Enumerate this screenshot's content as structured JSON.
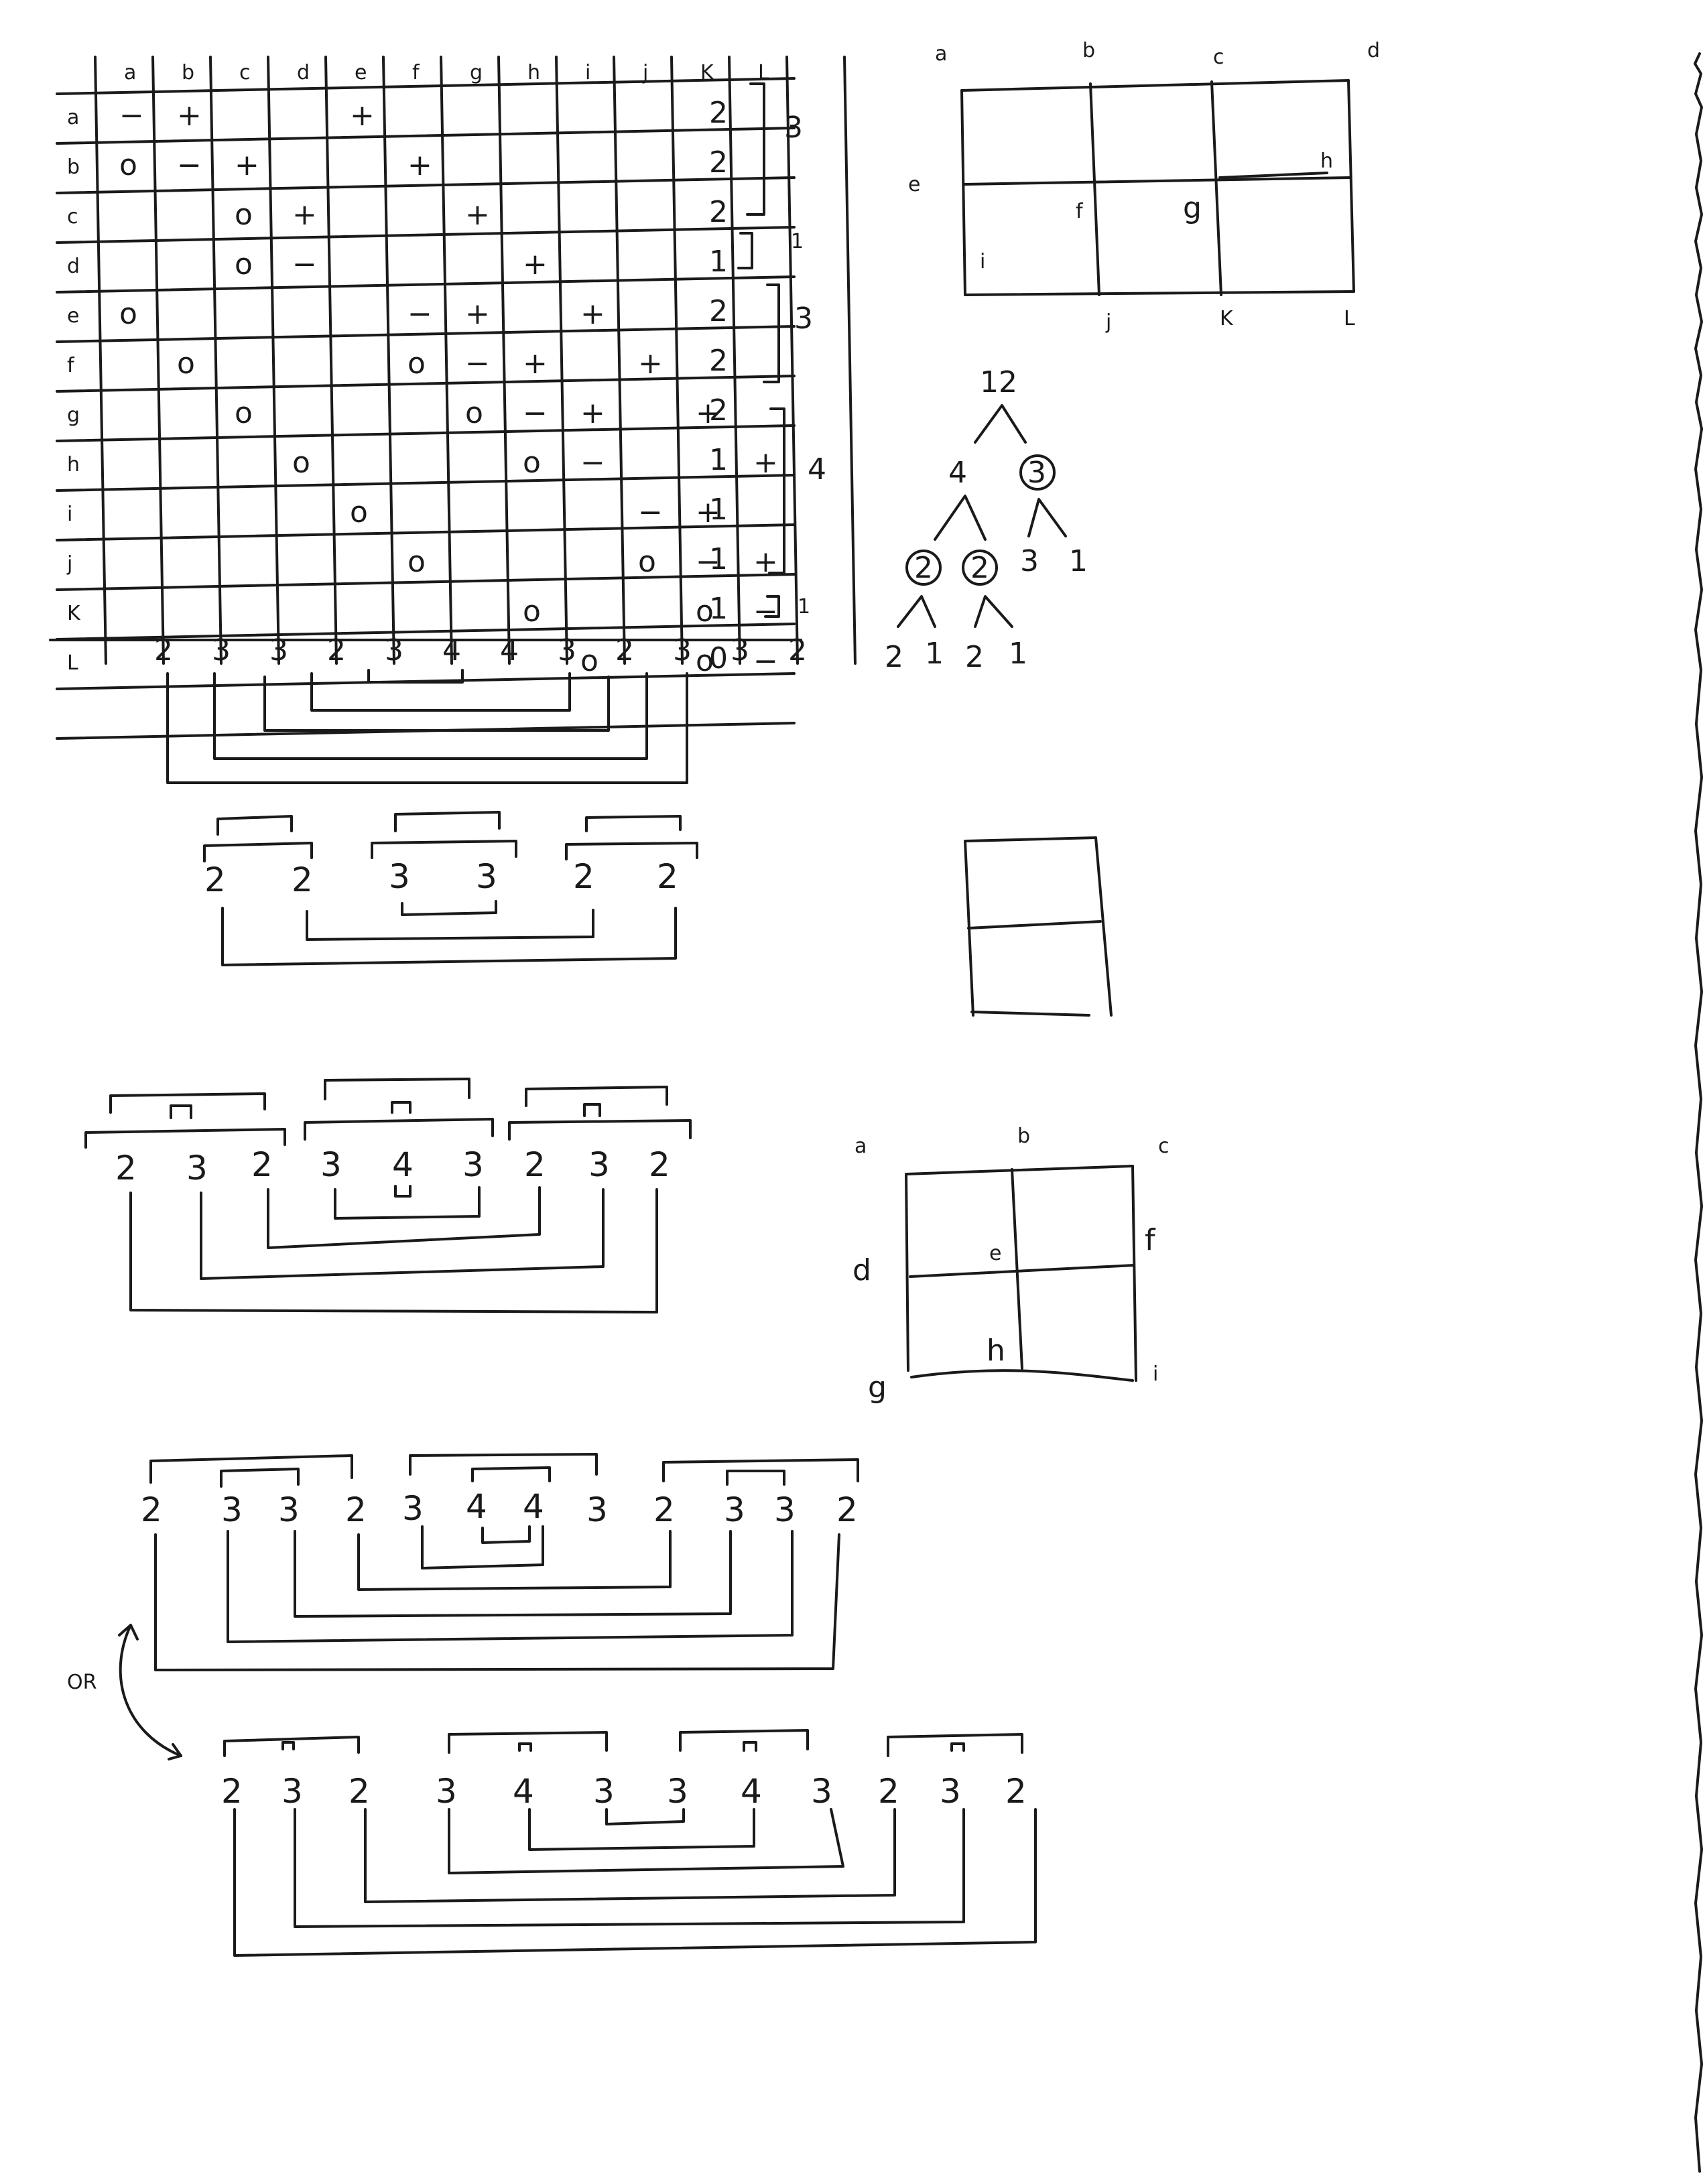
{
  "matrix": {
    "col_labels": [
      "a",
      "b",
      "c",
      "d",
      "e",
      "f",
      "g",
      "h",
      "i",
      "j",
      "K",
      "L"
    ],
    "row_labels": [
      "a",
      "b",
      "c",
      "d",
      "e",
      "f",
      "g",
      "h",
      "i",
      "j",
      "K",
      "L"
    ],
    "cells": [
      {
        "r": 0,
        "c": 0,
        "v": "−"
      },
      {
        "r": 0,
        "c": 1,
        "v": "+"
      },
      {
        "r": 0,
        "c": 4,
        "v": "+"
      },
      {
        "r": 1,
        "c": 0,
        "v": "o"
      },
      {
        "r": 1,
        "c": 1,
        "v": "−"
      },
      {
        "r": 1,
        "c": 2,
        "v": "+"
      },
      {
        "r": 1,
        "c": 5,
        "v": "+"
      },
      {
        "r": 2,
        "c": 2,
        "v": "o"
      },
      {
        "r": 2,
        "c": 3,
        "v": "+"
      },
      {
        "r": 2,
        "c": 6,
        "v": "+"
      },
      {
        "r": 3,
        "c": 2,
        "v": "o"
      },
      {
        "r": 3,
        "c": 3,
        "v": "−"
      },
      {
        "r": 3,
        "c": 7,
        "v": "+"
      },
      {
        "r": 4,
        "c": 0,
        "v": "o"
      },
      {
        "r": 4,
        "c": 5,
        "v": "−"
      },
      {
        "r": 4,
        "c": 6,
        "v": "+"
      },
      {
        "r": 4,
        "c": 8,
        "v": "+"
      },
      {
        "r": 5,
        "c": 1,
        "v": "o"
      },
      {
        "r": 5,
        "c": 5,
        "v": "o"
      },
      {
        "r": 5,
        "c": 6,
        "v": "−"
      },
      {
        "r": 5,
        "c": 7,
        "v": "+"
      },
      {
        "r": 5,
        "c": 9,
        "v": "+"
      },
      {
        "r": 6,
        "c": 2,
        "v": "o"
      },
      {
        "r": 6,
        "c": 6,
        "v": "o"
      },
      {
        "r": 6,
        "c": 7,
        "v": "−"
      },
      {
        "r": 6,
        "c": 8,
        "v": "+"
      },
      {
        "r": 6,
        "c": 10,
        "v": "+"
      },
      {
        "r": 7,
        "c": 3,
        "v": "o"
      },
      {
        "r": 7,
        "c": 7,
        "v": "o"
      },
      {
        "r": 7,
        "c": 8,
        "v": "−"
      },
      {
        "r": 7,
        "c": 11,
        "v": "+"
      },
      {
        "r": 8,
        "c": 4,
        "v": "o"
      },
      {
        "r": 8,
        "c": 9,
        "v": "−"
      },
      {
        "r": 8,
        "c": 10,
        "v": "+"
      },
      {
        "r": 9,
        "c": 5,
        "v": "o"
      },
      {
        "r": 9,
        "c": 9,
        "v": "o"
      },
      {
        "r": 9,
        "c": 10,
        "v": "−"
      },
      {
        "r": 9,
        "c": 11,
        "v": "+"
      },
      {
        "r": 10,
        "c": 7,
        "v": "o"
      },
      {
        "r": 10,
        "c": 10,
        "v": "o"
      },
      {
        "r": 10,
        "c": 11,
        "v": "−"
      },
      {
        "r": 11,
        "c": 8,
        "v": "o"
      },
      {
        "r": 11,
        "c": 10,
        "v": "o"
      },
      {
        "r": 11,
        "c": 11,
        "v": "−"
      }
    ],
    "row_totals": [
      "2",
      "2",
      "2",
      "1",
      "2",
      "2",
      "2",
      "1",
      "1",
      "1",
      "1",
      "0"
    ],
    "group_labels": [
      "3",
      "1",
      "3",
      "4",
      "1"
    ],
    "col_totals": [
      "2",
      "3",
      "3",
      "2",
      "3",
      "4",
      "4",
      "3",
      "2",
      "3",
      "3",
      "2"
    ]
  },
  "sequences": {
    "seq1": [
      "2",
      "2",
      "3",
      "3",
      "2",
      "2"
    ],
    "seq2": [
      "2",
      "3",
      "2",
      "3",
      "4",
      "3",
      "2",
      "3",
      "2"
    ],
    "seq3": [
      "2",
      "3",
      "3",
      "2",
      "3",
      "4",
      "4",
      "3",
      "2",
      "3",
      "3",
      "2"
    ],
    "seq4": [
      "2",
      "3",
      "2",
      "3",
      "4",
      "3",
      "3",
      "4",
      "3",
      "2",
      "3",
      "2"
    ],
    "or_label": "OR"
  },
  "grid_4x3": {
    "top_labels": [
      "a",
      "b",
      "c",
      "d"
    ],
    "mid_labels": [
      "e",
      "f",
      "g",
      "h"
    ],
    "inner_label": "i",
    "bottom_labels": [
      "j",
      "K",
      "L"
    ]
  },
  "grid_3x3": {
    "top_labels": [
      "a",
      "b",
      "c"
    ],
    "mid_labels": [
      "d",
      "e",
      "f"
    ],
    "bottom_labels": [
      "g",
      "h",
      "i"
    ]
  },
  "tree": {
    "root": "12",
    "level1": [
      "4",
      "3"
    ],
    "level2": [
      "2",
      "2",
      "3",
      "1"
    ],
    "leaves": [
      "2",
      "1",
      "2",
      "1"
    ]
  }
}
